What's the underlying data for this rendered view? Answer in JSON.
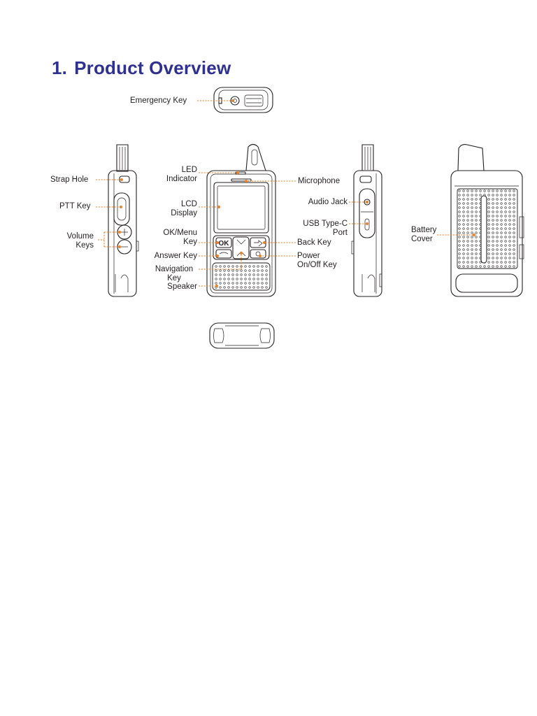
{
  "title": {
    "number": "1.",
    "text": "Product Overview"
  },
  "colors": {
    "title": "#2e3192",
    "callout": "#e8832a",
    "outline": "#231f20"
  },
  "labels": {
    "emergency_key": "Emergency Key",
    "strap_hole": "Strap Hole",
    "ptt_key": "PTT Key",
    "volume_keys": [
      "Volume",
      "Keys"
    ],
    "led_indicator": [
      "LED",
      "Indicator"
    ],
    "lcd_display": [
      "LCD",
      "Display"
    ],
    "ok_menu_key": [
      "OK/Menu",
      "Key"
    ],
    "answer_key": "Answer Key",
    "navigation_key": [
      "Navigation",
      "Key"
    ],
    "speaker": "Speaker",
    "microphone": "Microphone",
    "audio_jack": "Audio Jack",
    "usb_type_c_port": [
      "USB Type-C",
      "Port"
    ],
    "back_key": "Back Key",
    "power_key": [
      "Power",
      "On/Off Key"
    ],
    "battery_cover": [
      "Battery",
      "Cover"
    ]
  },
  "device_text": {
    "ok_button": "OK"
  }
}
